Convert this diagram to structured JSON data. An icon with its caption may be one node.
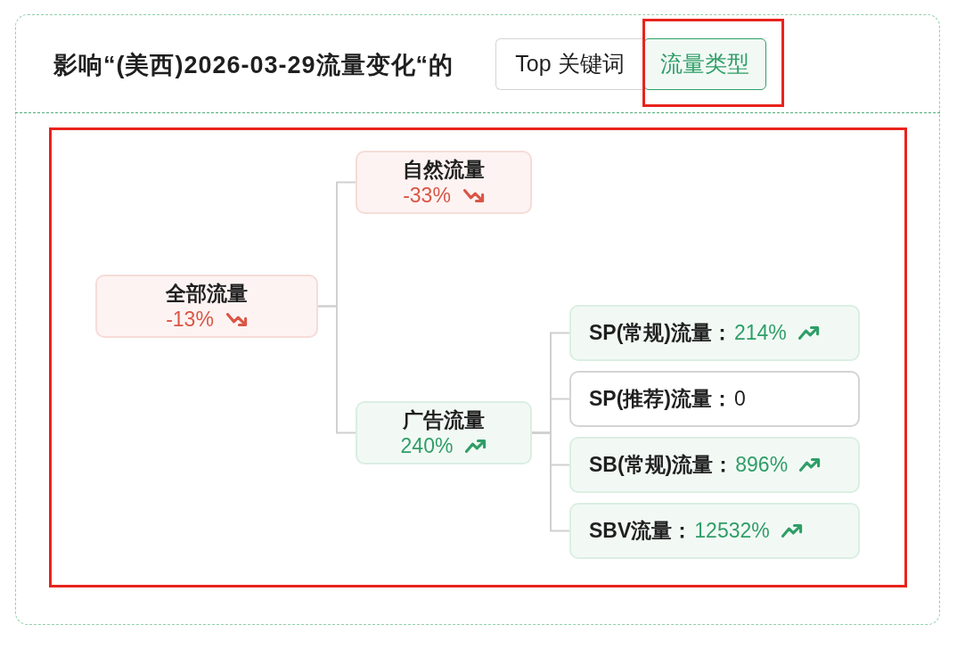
{
  "diagram": {
    "title": "影响“(美西)2026-03-29流量变化“的",
    "nodes": [
      {
        "text": [
          "全部流量",
          "-13%"
        ]
      },
      {
        "text": [
          "自然流量",
          "-33%"
        ]
      },
      {
        "text": [
          "广告流量",
          "240%"
        ]
      },
      {
        "text": [
          "SP(常规)流量：",
          "214%"
        ]
      },
      {
        "text": [
          "SP(推荐)流量：",
          "0"
        ]
      },
      {
        "text": [
          "SB(常规)流量：",
          "896%"
        ]
      },
      {
        "text": [
          "SBV流量：",
          "12532%"
        ]
      }
    ],
    "edges": [
      {
        "from": 0,
        "to": 1,
        "arrow": "none"
      },
      {
        "from": 0,
        "to": 2,
        "arrow": "none"
      },
      {
        "from": 2,
        "to": 3,
        "arrow": "none"
      },
      {
        "from": 2,
        "to": 4,
        "arrow": "none"
      },
      {
        "from": 2,
        "to": 5,
        "arrow": "none"
      },
      {
        "from": 2,
        "to": 6,
        "arrow": "none"
      }
    ],
    "labels": [
      "Top 关键词",
      "流量类型"
    ]
  }
}
